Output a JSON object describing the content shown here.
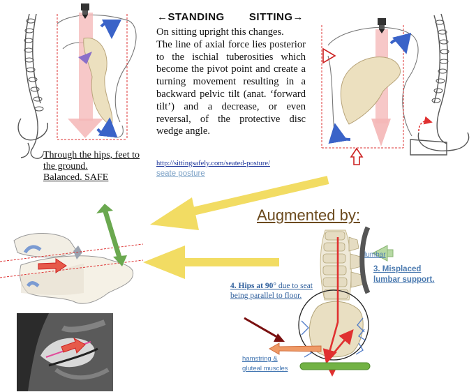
{
  "heading": {
    "standing": "←STANDING",
    "sitting": "SITTING→"
  },
  "paragraph": {
    "line1": "On sitting upright this changes.",
    "line2": "The line of axial force lies posterior to the ischial tuberosities which become the pivot point and create a turning movement resulting in a backward pelvic tilt (anat. ‘forward tilt’) and a decrease, or even reversal, of the protective disc wedge angle."
  },
  "links": {
    "url": "http://sittingsafely.com/seated-posture/",
    "caption": "seate posture"
  },
  "standing_caption": {
    "line1": "Through the hips, feet to",
    "line2": "the ground.",
    "line3": "Balanced.    SAFE"
  },
  "augmented": {
    "title": "Augmented by:"
  },
  "lumbar": {
    "tag": "lumbar",
    "label_line1": "3. Misplaced",
    "label_line2": "lumbar support."
  },
  "hips90": {
    "bold": "4. Hips at 90°",
    "rest": " due to seat being parallel to floor."
  },
  "muscles": {
    "line1": "hamstring  &",
    "line2": "gluteal muscles"
  },
  "colors": {
    "force_pink": "#f4b6b6",
    "force_red": "#e03030",
    "blue_arrow": "#3a63c8",
    "yellow_arrow": "#f2dc63",
    "green_arrow": "#6aa84f",
    "brown_text": "#6b4a1e",
    "link_blue": "#4b7ab0"
  }
}
